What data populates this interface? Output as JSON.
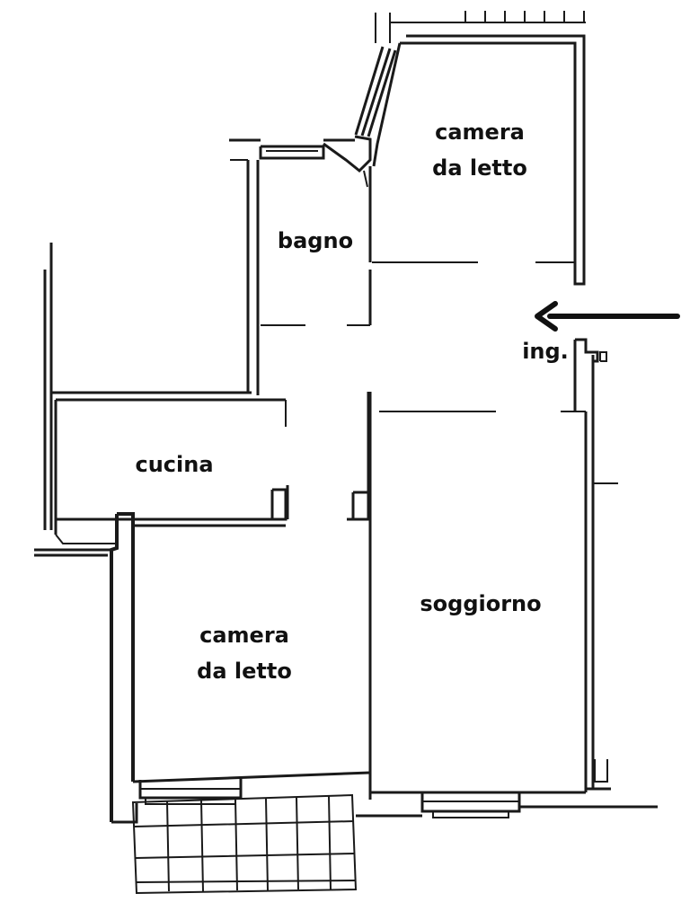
{
  "rooms": {
    "bedroom_top": {
      "line1": "camera",
      "line2": "da letto"
    },
    "bathroom": {
      "label": "bagno"
    },
    "kitchen": {
      "label": "cucina"
    },
    "living_room": {
      "label": "soggiorno"
    },
    "bedroom_bottom": {
      "line1": "camera",
      "line2": "da letto"
    }
  },
  "entrance": {
    "label": "ing.",
    "icon": "arrow-left-icon"
  },
  "colors": {
    "ink": "#111111",
    "background": "#ffffff"
  }
}
